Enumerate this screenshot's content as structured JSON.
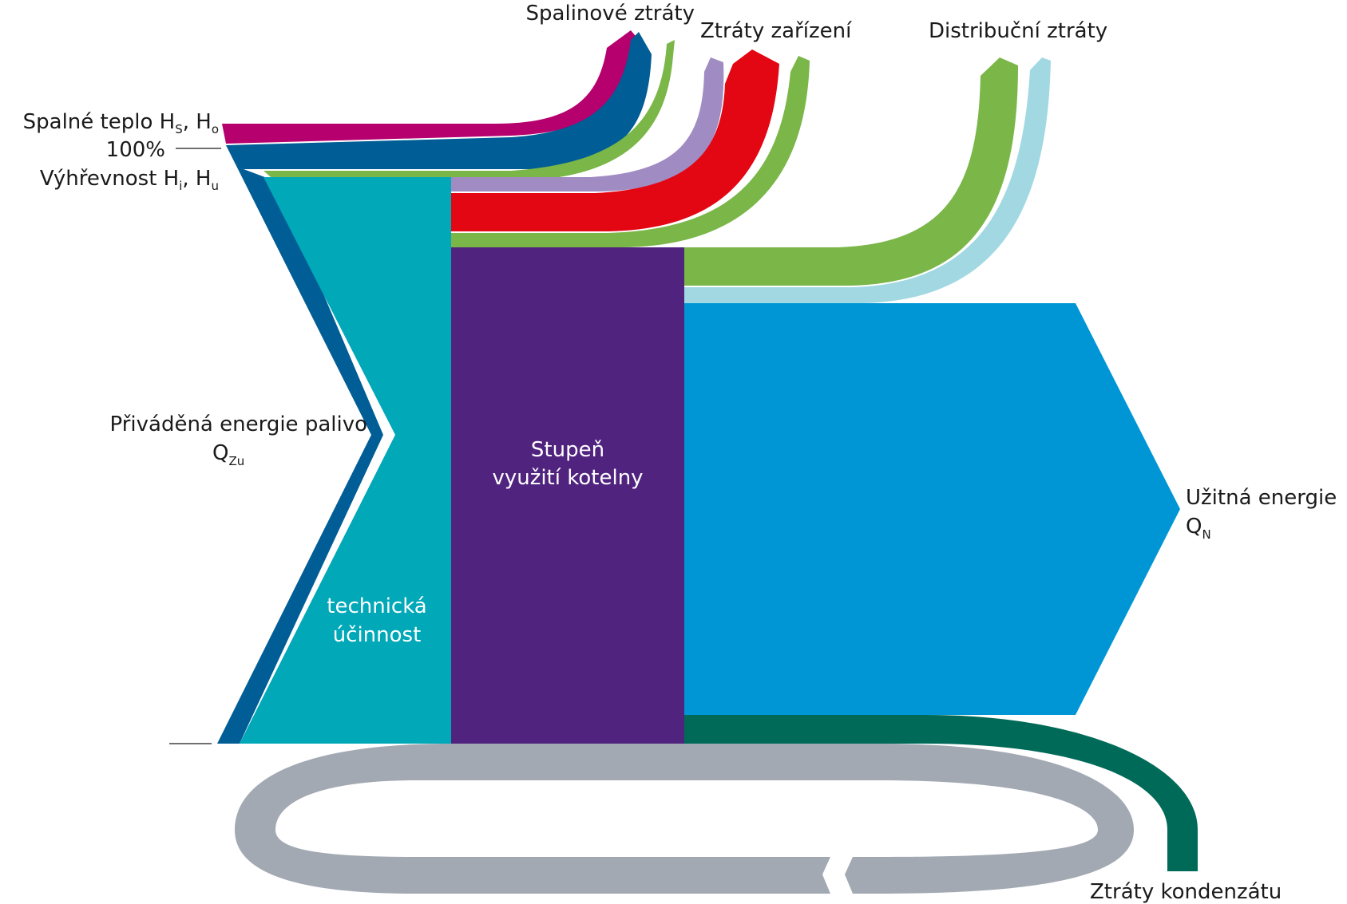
{
  "labels": {
    "spaline": "Spalinové ztráty",
    "zarizeni": "Ztráty zařízení",
    "distribucni": "Distribuční ztráty",
    "spalne_main": "Spalné teplo H",
    "spalne_sub1": "S",
    "spalne_sep": ", H",
    "spalne_sub2": "o",
    "percent": "100%",
    "vyhrevnost_main": "Výhřevnost H",
    "vyhrevnost_sub1": "i",
    "vyhrevnost_sep": ", H",
    "vyhrevnost_sub2": "u",
    "privadena_line1": "Přiváděná energie palivo",
    "privadena_q": "Q",
    "privadena_sub": "Zu",
    "technicka_line1": "technická",
    "technicka_line2": "účinnost",
    "stupen_line1": "Stupeň",
    "stupen_line2": "využití kotelny",
    "uzitna_line1": "Užitná energie",
    "uzitna_q": "Q",
    "uzitna_sub": "N",
    "kondenzat": "Ztráty kondenzátu"
  },
  "colors": {
    "spalne_teplo": "#b5006e",
    "vyhrevnost_band": "#005d95",
    "light_green": "#7ab648",
    "lavender": "#a08bc2",
    "red": "#e30613",
    "teal": "#00a8b8",
    "purple": "#50237f",
    "blue": "#0096d6",
    "light_blue": "#a1d8e2",
    "dark_green": "#006a58",
    "gray": "#a3a9b2"
  }
}
